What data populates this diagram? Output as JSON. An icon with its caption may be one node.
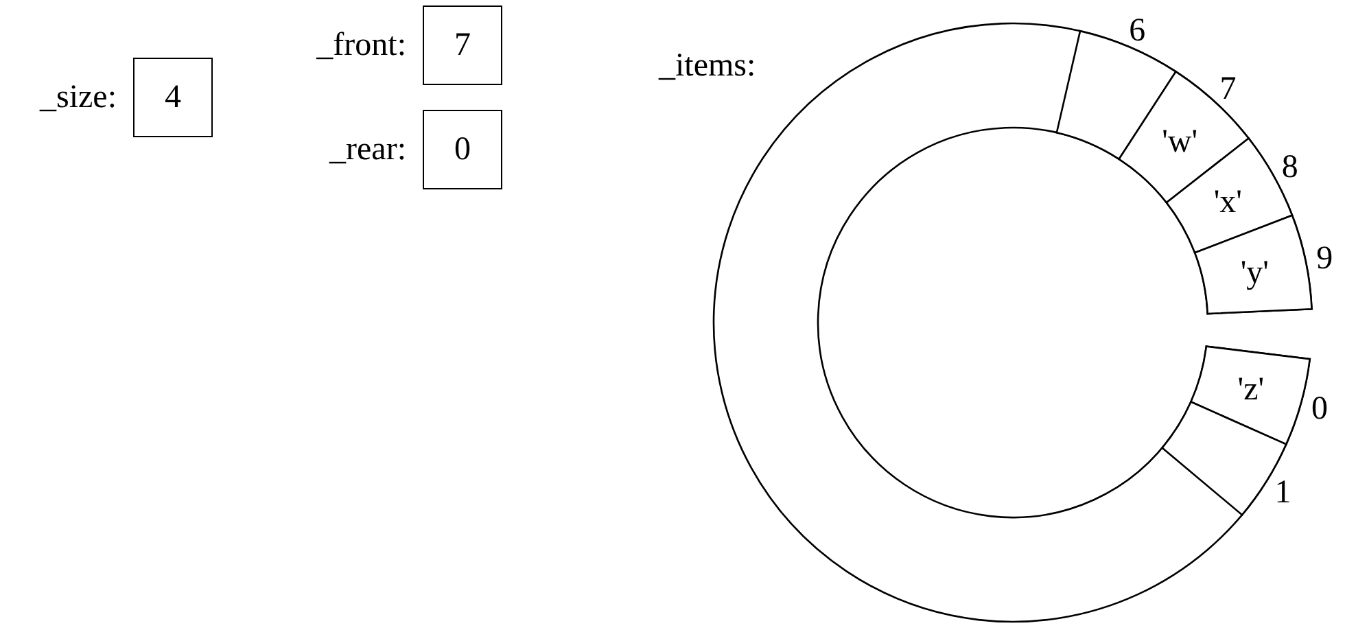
{
  "diagram": {
    "nodes": [
      {
        "text": [
          "4"
        ],
        "beside": [
          "_size:"
        ]
      },
      {
        "text": [
          "7"
        ],
        "beside": [
          "_front:"
        ]
      },
      {
        "text": [
          "0"
        ],
        "beside": [
          "_rear:"
        ]
      },
      {
        "text": [
          "_items:"
        ]
      },
      {
        "text": [],
        "shape": "box",
        "beside": [
          "6"
        ],
        "in": 3
      },
      {
        "text": [
          "'w'"
        ],
        "beside": [
          "7"
        ],
        "in": 3
      },
      {
        "text": [
          "'x'"
        ],
        "beside": [
          "8"
        ],
        "in": 3
      },
      {
        "text": [
          "'y'"
        ],
        "beside": [
          "9"
        ],
        "in": 3
      },
      {
        "text": [
          "'z'"
        ],
        "beside": [
          "0"
        ],
        "in": 3
      },
      {
        "text": [],
        "shape": "box",
        "beside": [
          "1"
        ],
        "in": 3
      }
    ],
    "edges": []
  }
}
